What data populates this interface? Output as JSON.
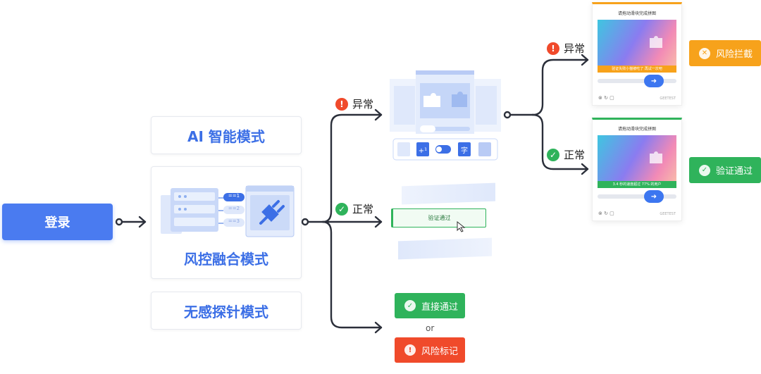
{
  "login": {
    "label": "登录"
  },
  "modes": {
    "ai": "AI 智能模式",
    "fusion": "风控融合模式",
    "probe": "无感探针模式",
    "rules": [
      "==1",
      "==2",
      "==3"
    ]
  },
  "branches": {
    "abnormal": "异常",
    "normal": "正常",
    "abnormal_icon": "!",
    "normal_icon": "✓"
  },
  "verify_box": {
    "text": "验证通过"
  },
  "results": {
    "block": "风险拦截",
    "pass": "验证通过",
    "direct_pass": "直接通过",
    "or": "or",
    "mark": "风险标记"
  },
  "captcha_top": {
    "title": "请拖动滑块完成拼图",
    "bar": "验证失败小猫被吃了 再试一次吧",
    "brand": "GEETEST"
  },
  "captcha_bottom": {
    "title": "请拖动滑块完成拼图",
    "bar": "3.4 秒的速度超过 77% 的用户",
    "brand": "GEETEST"
  },
  "colors": {
    "primary": "#4a7bf0",
    "success": "#2fb35b",
    "danger": "#f04a2b",
    "warning": "#f7a21b"
  }
}
